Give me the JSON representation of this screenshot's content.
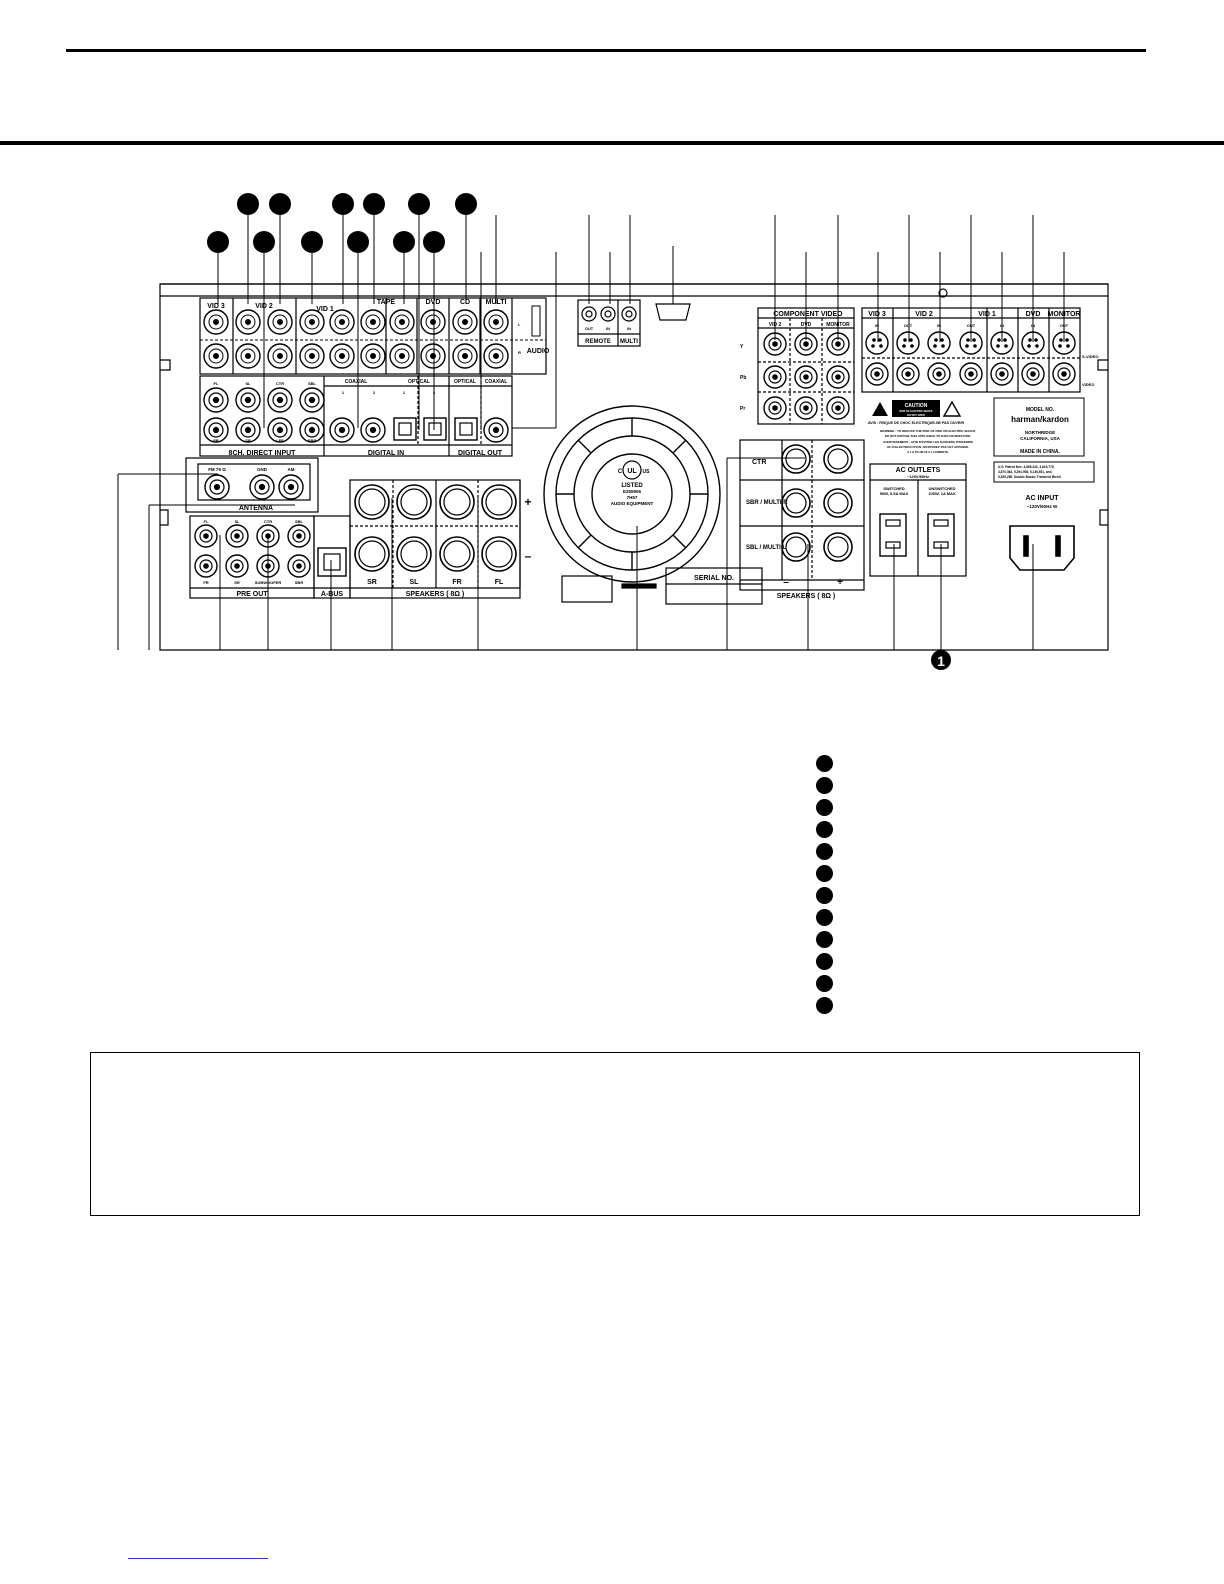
{
  "panel": {
    "top_groups": {
      "vid3": "VID 3",
      "vid2": "VID 2",
      "vid1": "VID 1",
      "tape": "TAPE",
      "dvd": "DVD",
      "cd": "CD",
      "multi": "MULTI",
      "audio": "AUDIO"
    },
    "jack_sub": {
      "l": "L",
      "r": "R",
      "in": "IN",
      "out": "OUT"
    },
    "direct_input": {
      "title": "8CH. DIRECT INPUT",
      "top": [
        "FL",
        "SL",
        "CTR",
        "SBL"
      ],
      "bottom": [
        "FR",
        "SR",
        "LFE",
        "SBR"
      ]
    },
    "digital_in": {
      "title": "DIGITAL IN",
      "coaxial": "COAXIAL",
      "optical": "OPTICAL",
      "n1": "1",
      "n2": "2"
    },
    "digital_out": {
      "title": "DIGITAL OUT",
      "optical": "OPTICAL",
      "coaxial": "COAXIAL"
    },
    "remote": {
      "title": "REMOTE",
      "multi": "MULTI",
      "out": "OUT",
      "in": "IN",
      "in2": "IN"
    },
    "component_video": {
      "title": "COMPONENT VIDEO",
      "cols": [
        "VID 2",
        "DVD",
        "MONITOR"
      ],
      "rows": [
        "Y",
        "Pb",
        "Pr"
      ]
    },
    "svideo": {
      "groups": [
        "VID 3",
        "VID 2",
        "VID 1",
        "DVD",
        "MONITOR"
      ],
      "subs": [
        "IN",
        "OUT",
        "IN",
        "OUT",
        "IN",
        "IN",
        "OUT"
      ],
      "side_top": "S-VIDEO",
      "side_bottom": "VIDEO"
    },
    "caution": {
      "title": "CAUTION",
      "sub1": "RISK OF ELECTRIC SHOCK",
      "sub2": "DO NOT OPEN",
      "avis": "AVIS : RISQUE DE CHOC ELECTRIQUE-NE PAS OUVRIR",
      "w1": "WARNING : TO REDUCE THE RISK OF FIRE OR ELECTRIC SHOCK,",
      "w2": "DO NOT EXPOSE THIS APPLIANCE TO RAIN OR MOISTURE.",
      "w3": "AVERTISSEMENT : AFIN D'EVITER LES DANGERS D'INCENDIE",
      "w4": "OU D'ELECTROCUTION, N'EXPOSEZ PAS CET APPAREIL",
      "w5": "A LA PLUIE NI A L'HUMIDITE."
    },
    "model": {
      "l1": "MODEL NO.",
      "brand": "harman/kardon",
      "l3": "NORTHRIDGE",
      "l4": "CALIFORNIA, USA",
      "l5": "MADE IN CHINA."
    },
    "patents": {
      "l1": "U.S. Patent Nos. 4,866,342, 4,819,779,",
      "l2": "4,870,364, 5,294,908, 5,136,651, and",
      "l3": "5,359,298. Double Bassic Transient Bleed."
    },
    "antenna": {
      "title": "ANTENNA",
      "fm": "FM 75 Ω",
      "gnd": "GND",
      "am": "AM"
    },
    "pre_out": {
      "title": "PRE OUT",
      "top": [
        "FL",
        "SL",
        "CTR",
        "SBL"
      ],
      "bottom": [
        "FR",
        "SR",
        "SUBWOOFER",
        "SBR"
      ]
    },
    "abus": "A-BUS",
    "speakers_left": {
      "title": "SPEAKERS ( 8Ω )",
      "labels": [
        "SR",
        "SL",
        "FR",
        "FL"
      ],
      "plus": "+",
      "minus": "–"
    },
    "ul": {
      "c": "C",
      "ul": "UL",
      "us": "US",
      "listed": "LISTED",
      "e": "E255906",
      "code": "7H57",
      "eq": "AUDIO EQUIPMENT"
    },
    "serial": "SERIAL NO.",
    "speakers_right": {
      "title": "SPEAKERS ( 8Ω )",
      "rows": [
        "CTR",
        "SBR / MULTI R",
        "SBL / MULTI L"
      ],
      "minus": "–",
      "plus": "+"
    },
    "ac_outlets": {
      "title": "AC OUTLETS",
      "sub": "~120V/60Hz",
      "switched": "SWITCHED",
      "switched_rating": "50W, 0.5A MAX",
      "unswitched": "UNSWITCHED",
      "unswitched_rating": "100W, 1A MAX"
    },
    "ac_input": {
      "title": "AC INPUT",
      "rating": "~120V/60Hz    W"
    }
  },
  "callouts": {
    "one": "1"
  }
}
